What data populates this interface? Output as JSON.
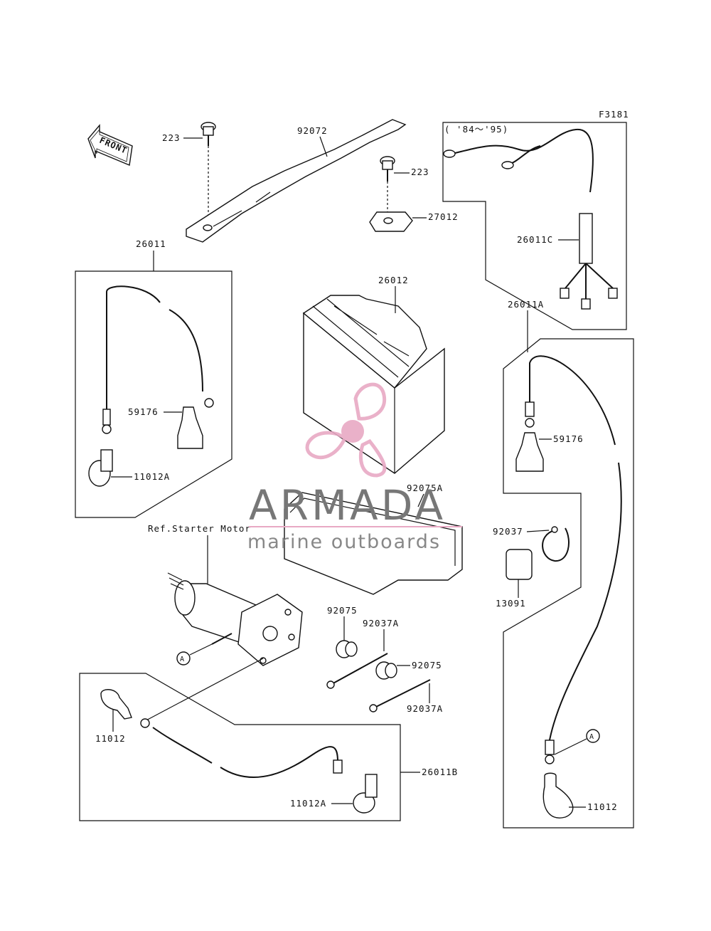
{
  "figure_code": "F3181",
  "front_label": "FRONT",
  "year_range": "( '84～'95)",
  "callouts": {
    "c223a": "223",
    "c92072": "92072",
    "c223b": "223",
    "c27012": "27012",
    "c26011": "26011",
    "c26011C": "26011C",
    "c26012": "26012",
    "c59176a": "59176",
    "c11012A_a": "11012A",
    "c26011A": "26011A",
    "c59176b": "59176",
    "c92075A": "92075A",
    "c92037": "92037",
    "c13091": "13091",
    "c92075a": "92075",
    "c92037A_a": "92037A",
    "c92075b": "92075",
    "c92037A_b": "92037A",
    "c11012a": "11012",
    "c26011B": "26011B",
    "c11012A_b": "11012A",
    "c11012b": "11012",
    "ref_starter": "Ref.Starter Motor",
    "markerA1": "A",
    "markerA2": "A"
  },
  "watermark": {
    "brand": "ARMADA",
    "tagline": "marine outboards",
    "color_accent": "#e8a9c4",
    "color_text": "#7a7a7a"
  },
  "icons": {
    "front_arrow": "front-arrow-icon",
    "logo": "propeller-logo-icon"
  }
}
